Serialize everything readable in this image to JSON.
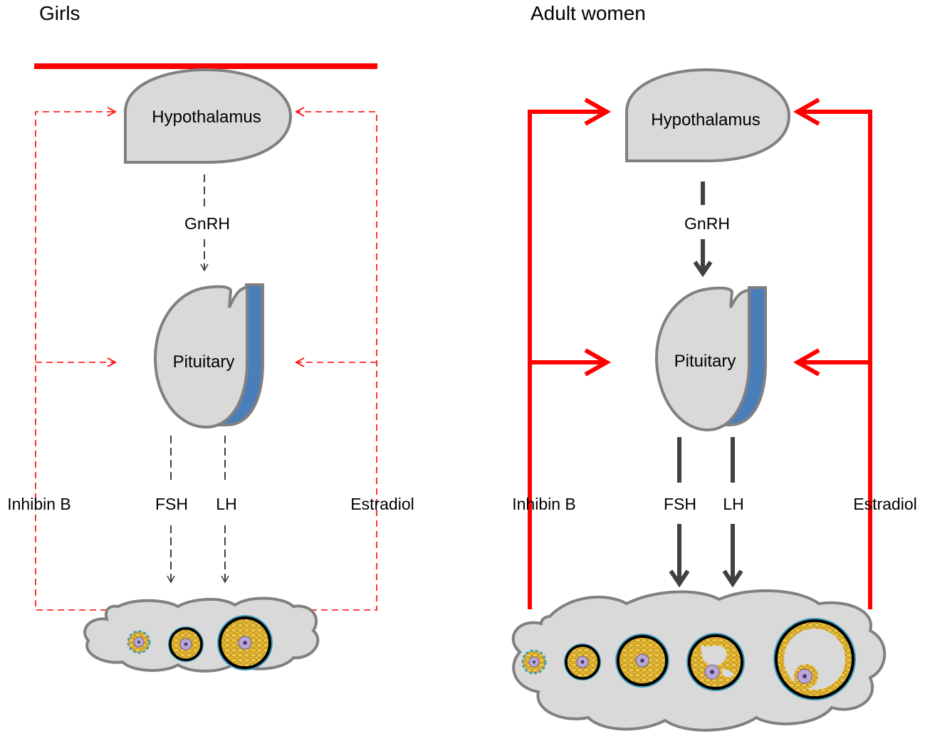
{
  "colors": {
    "feedback": "#ff0000",
    "signal": "#404040",
    "organ_fill": "#d9d9d9",
    "organ_stroke": "#808080",
    "pituitary_lobe": "#4a7ebb",
    "granulosa": "#e8b830",
    "theca": "#3d9dc0",
    "oocyte": "#b9a8d6",
    "follicle_ring": "#000000"
  },
  "panels": [
    {
      "title": "Girls",
      "state": "suppressed (dashed pathways)",
      "organs": {
        "hypothalamus": "Hypothalamus",
        "pituitary": "Pituitary"
      },
      "hormones": {
        "gnrh": "GnRH",
        "fsh": "FSH",
        "lh": "LH",
        "inhibin": "Inhibin B",
        "estradiol": "Estradiol"
      },
      "follicle_count": 3
    },
    {
      "title": "Adult women",
      "state": "active (solid pathways)",
      "organs": {
        "hypothalamus": "Hypothalamus",
        "pituitary": "Pituitary"
      },
      "hormones": {
        "gnrh": "GnRH",
        "fsh": "FSH",
        "lh": "LH",
        "inhibin": "Inhibin B",
        "estradiol": "Estradiol"
      },
      "follicle_count": 5
    }
  ]
}
